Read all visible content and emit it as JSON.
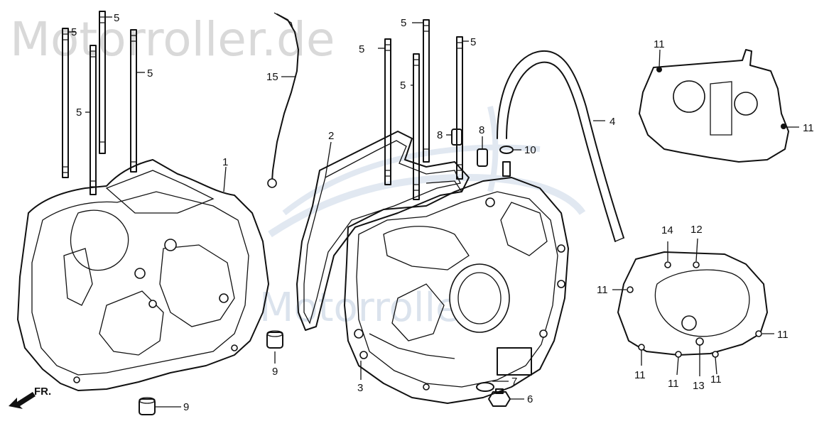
{
  "watermark": {
    "site": "Motorroller.de",
    "center": "Motorroller"
  },
  "direction_marker": {
    "label": "FR."
  },
  "callouts": [
    {
      "id": "c5a",
      "label": "5"
    },
    {
      "id": "c5b",
      "label": "5"
    },
    {
      "id": "c5c",
      "label": "5"
    },
    {
      "id": "c5d",
      "label": "5"
    },
    {
      "id": "c1",
      "label": "1"
    },
    {
      "id": "c9a",
      "label": "9"
    },
    {
      "id": "c9b",
      "label": "9"
    },
    {
      "id": "c15",
      "label": "15"
    },
    {
      "id": "c2",
      "label": "2"
    },
    {
      "id": "c5e",
      "label": "5"
    },
    {
      "id": "c5f",
      "label": "5"
    },
    {
      "id": "c5g",
      "label": "5"
    },
    {
      "id": "c5h",
      "label": "5"
    },
    {
      "id": "c8a",
      "label": "8"
    },
    {
      "id": "c8b",
      "label": "8"
    },
    {
      "id": "c10",
      "label": "10"
    },
    {
      "id": "c4",
      "label": "4"
    },
    {
      "id": "c3",
      "label": "3"
    },
    {
      "id": "c7",
      "label": "7"
    },
    {
      "id": "c6",
      "label": "6"
    },
    {
      "id": "c11a",
      "label": "11"
    },
    {
      "id": "c11b",
      "label": "11"
    },
    {
      "id": "c14",
      "label": "14"
    },
    {
      "id": "c12",
      "label": "12"
    },
    {
      "id": "c11c",
      "label": "11"
    },
    {
      "id": "c11d",
      "label": "11"
    },
    {
      "id": "c11e",
      "label": "11"
    },
    {
      "id": "c11f",
      "label": "11"
    },
    {
      "id": "c13",
      "label": "13"
    },
    {
      "id": "c11g",
      "label": "11"
    }
  ]
}
